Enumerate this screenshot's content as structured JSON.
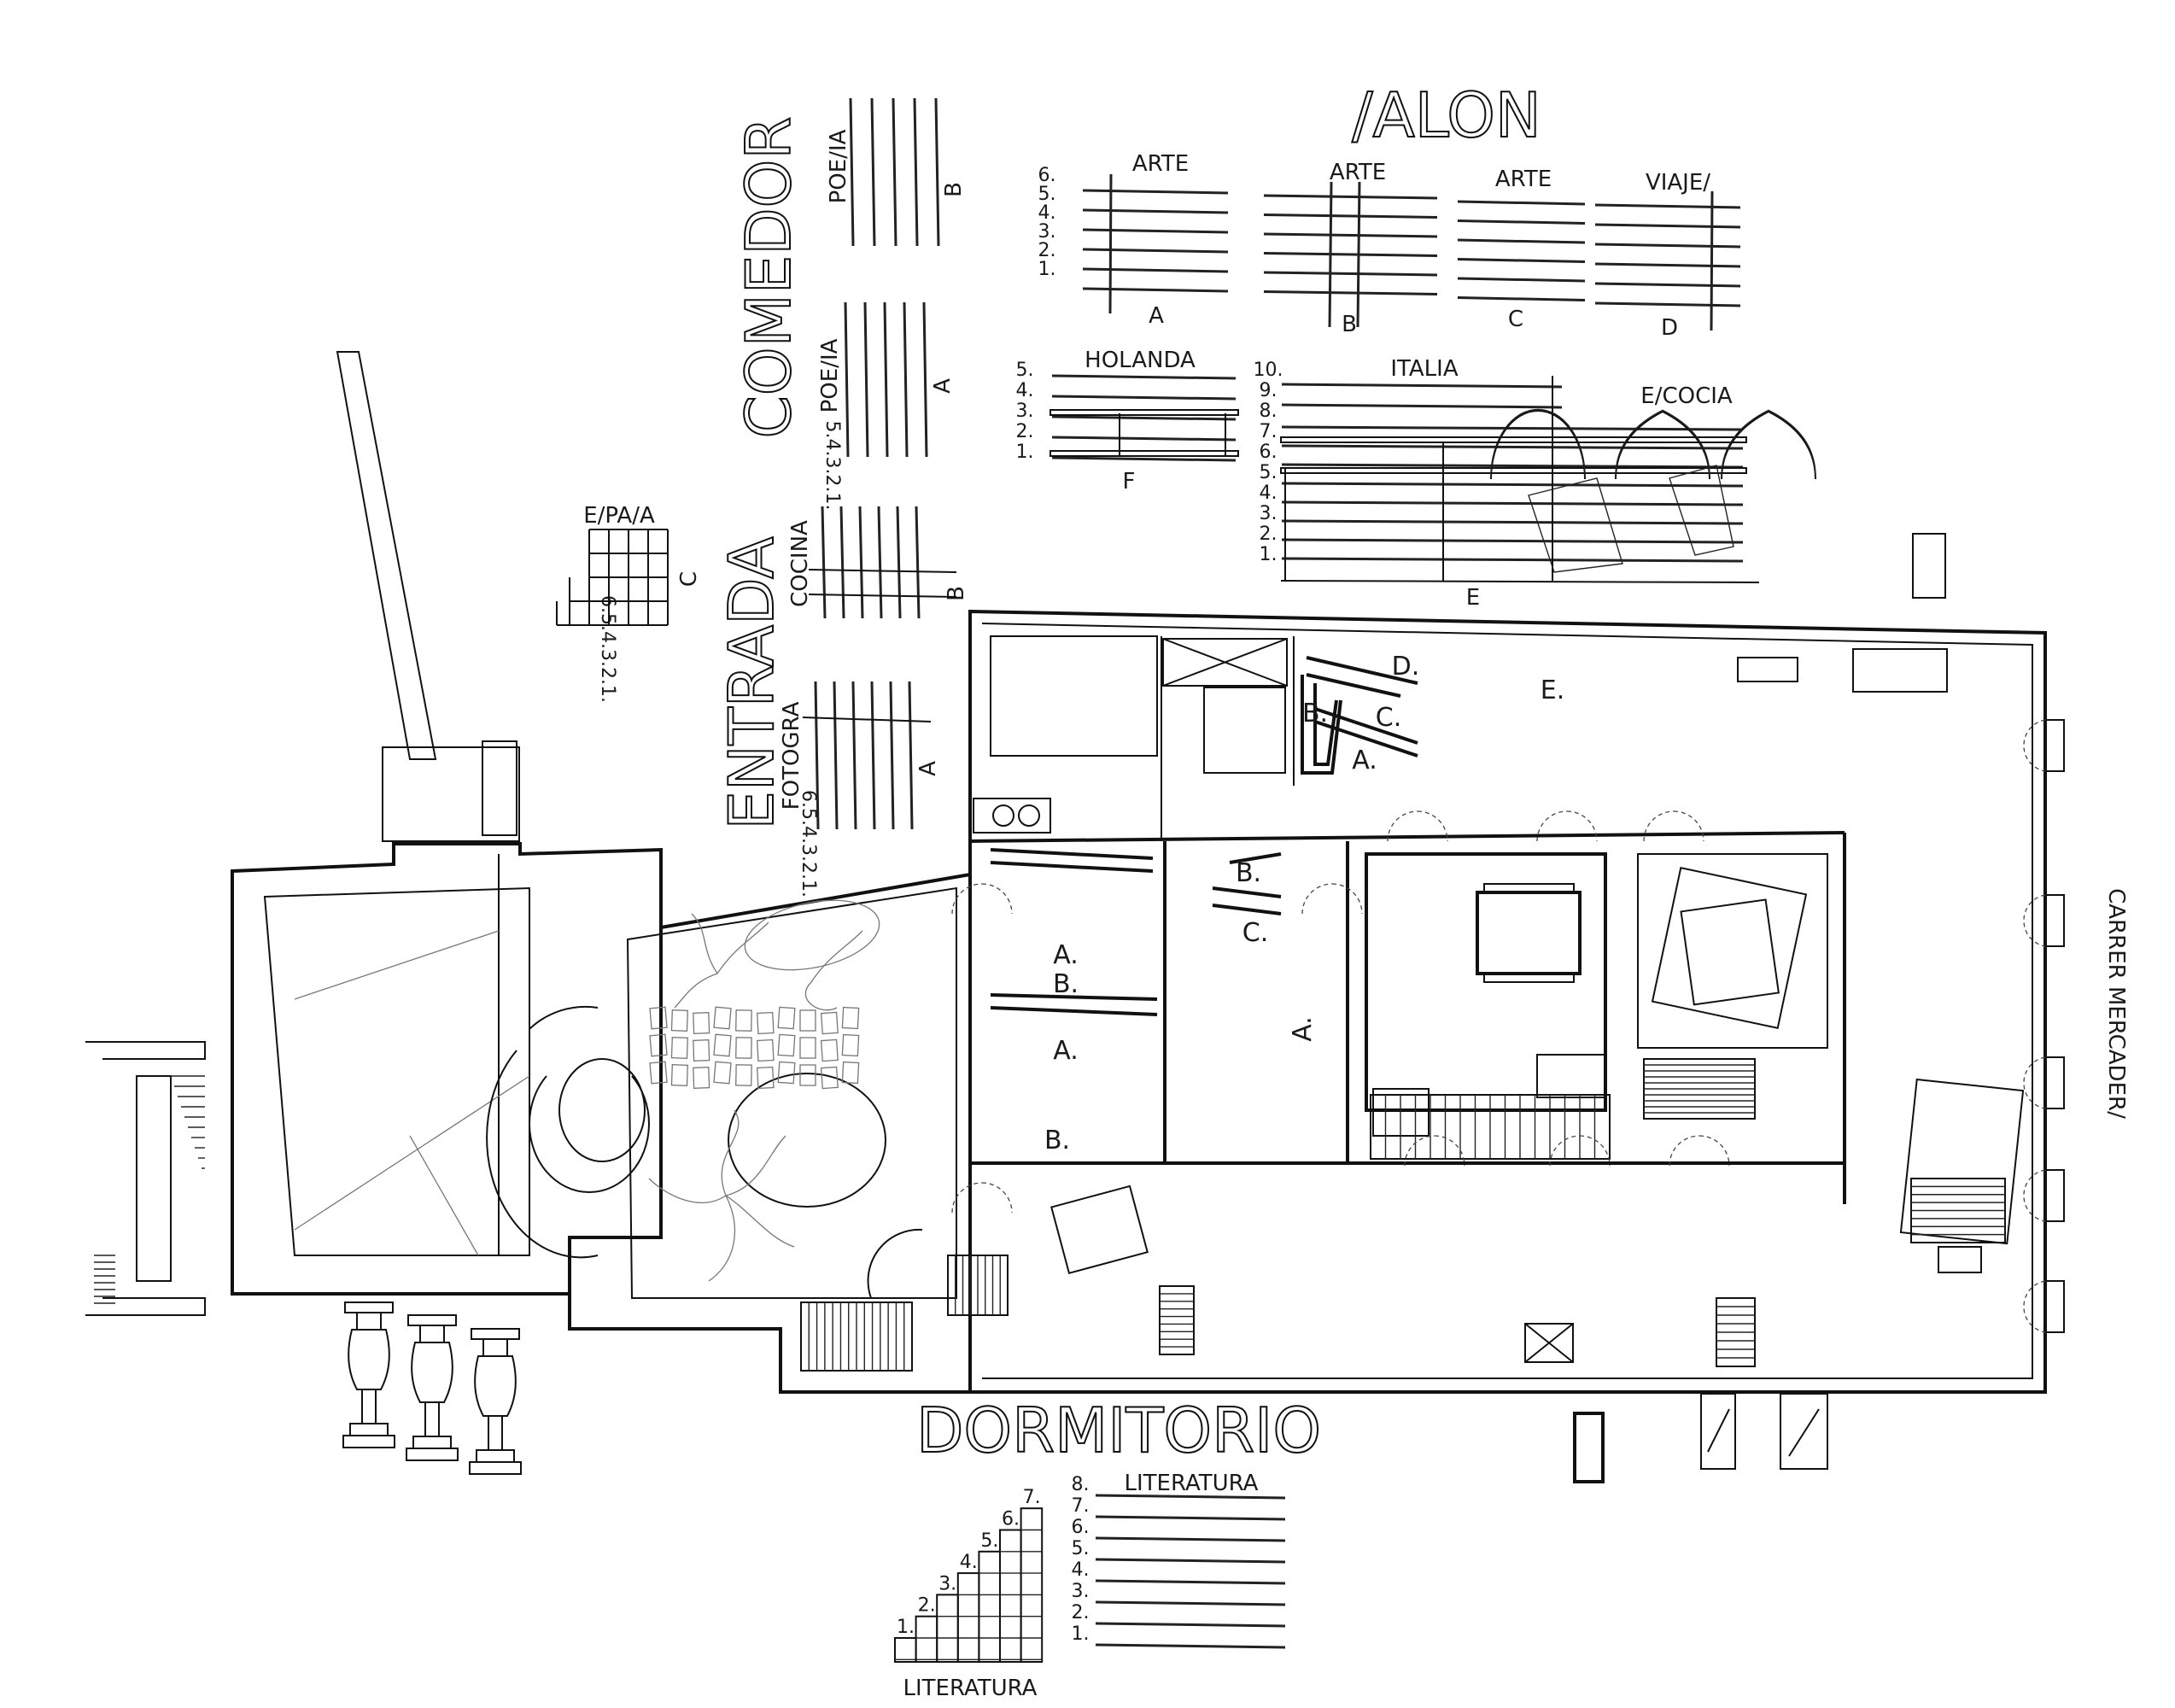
{
  "rooms": {
    "salon": "/ALON",
    "comedor": "COMEDOR",
    "entrada": "ENTRADA",
    "dormitorio": "DORMITORIO"
  },
  "street": "CARRER MERCADER/",
  "salon_shelves": {
    "a": {
      "title": "ARTE",
      "letter": "A",
      "numbers": [
        "6.",
        "5.",
        "4.",
        "3.",
        "2.",
        "1."
      ]
    },
    "b": {
      "title": "ARTE",
      "letter": "B"
    },
    "c": {
      "title": "ARTE",
      "letter": "C"
    },
    "d": {
      "title": "VIAJE/",
      "letter": "D"
    },
    "f": {
      "title": "HOLANDA",
      "letter": "F",
      "numbers": [
        "5.",
        "4.",
        "3.",
        "2.",
        "1."
      ]
    },
    "e": {
      "title": "ITALIA",
      "letter": "E",
      "numbers": [
        "10.",
        "9.",
        "8.",
        "7.",
        "6.",
        "5.",
        "4.",
        "3.",
        "2.",
        "1."
      ]
    },
    "escocia": {
      "title": "E/COCIA"
    }
  },
  "comedor_shelves": {
    "b": {
      "title": "POE/IA",
      "letter": "B"
    },
    "a": {
      "title": "POE/IA",
      "letter": "A",
      "numbers": "5.4.3.2.1."
    }
  },
  "entrada_shelves": {
    "espasa": {
      "title": "E/PA/A",
      "letter": "C",
      "numbers": "6.5.4.3.2.1."
    },
    "cocina": {
      "title": "COCINA",
      "letter": "B"
    },
    "fotogra": {
      "title": "FOTOGRA",
      "letter": "A",
      "numbers": "6.5.4.3.2.1."
    }
  },
  "dormitorio_shelves": {
    "steps": {
      "title": "LITERATURA",
      "numbers": [
        "1.",
        "2.",
        "3.",
        "4.",
        "5.",
        "6.",
        "7."
      ]
    },
    "list": {
      "title": "LITERATURA",
      "numbers": [
        "8.",
        "7.",
        "6.",
        "5.",
        "4.",
        "3.",
        "2.",
        "1."
      ]
    }
  },
  "plan_labels": [
    "D.",
    "E.",
    "B.",
    "C.",
    "A.",
    "A.",
    "B.",
    "A.",
    "B.",
    "C.",
    "A.",
    "B."
  ]
}
